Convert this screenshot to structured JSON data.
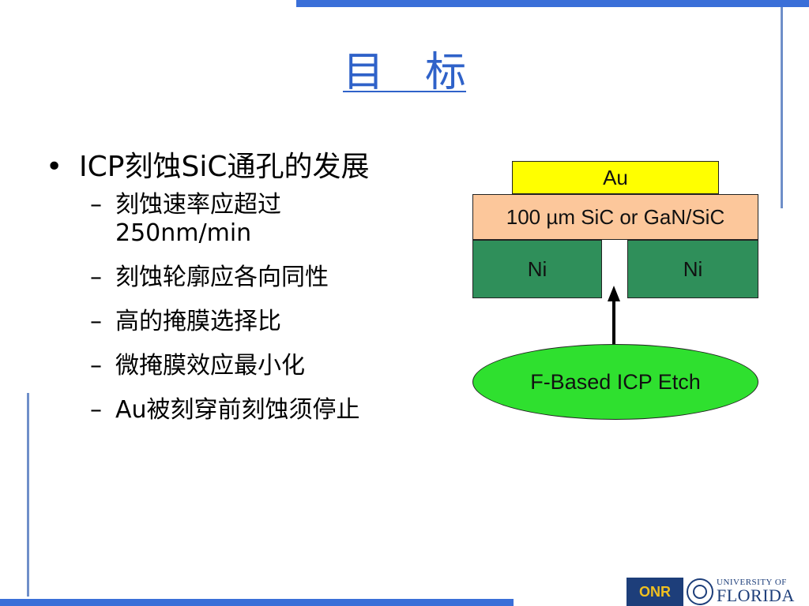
{
  "slide": {
    "title": "目　标",
    "bullet": "ICP刻蚀SiC通孔的发展",
    "sub_items": [
      "刻蚀速率应超过250nm/min",
      "刻蚀轮廓应各向同性",
      "高的掩膜选择比",
      "微掩膜效应最小化",
      "Au被刻穿前刻蚀须停止"
    ]
  },
  "diagram": {
    "au": "Au",
    "substrate": "100 µm SiC or GaN/SiC",
    "ni_left": "Ni",
    "ni_right": "Ni",
    "etch": "F-Based ICP Etch"
  },
  "logos": {
    "onr": "ONR",
    "university_line1": "UNIVERSITY OF",
    "university_line2": "FLORIDA"
  },
  "colors": {
    "title": "#2f62c9",
    "frame": "#3a6fd8",
    "au_layer": "#ffff00",
    "sic_layer": "#fcc79b",
    "ni_layer": "#2f8f5a",
    "etch_ellipse": "#2fe02f"
  }
}
